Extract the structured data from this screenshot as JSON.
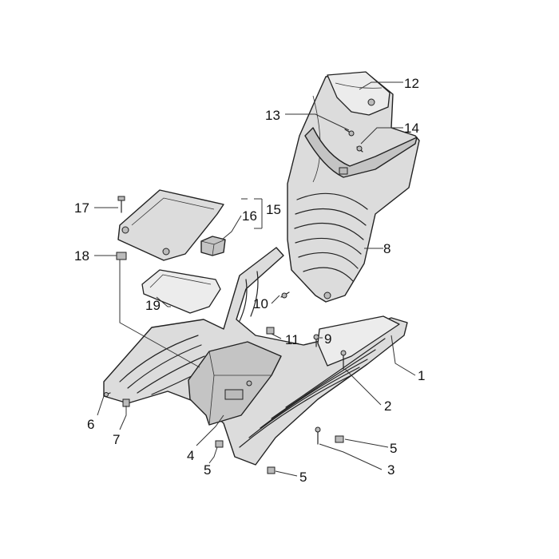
{
  "callouts": {
    "c1": "1",
    "c2": "2",
    "c3": "3",
    "c4": "4",
    "c5a": "5",
    "c5b": "5",
    "c5c": "5",
    "c6": "6",
    "c7": "7",
    "c8": "8",
    "c9": "9",
    "c10": "10",
    "c11": "11",
    "c12": "12",
    "c13": "13",
    "c14": "14",
    "c15": "15",
    "c16": "16",
    "c17": "17",
    "c18": "18",
    "c19": "19"
  }
}
